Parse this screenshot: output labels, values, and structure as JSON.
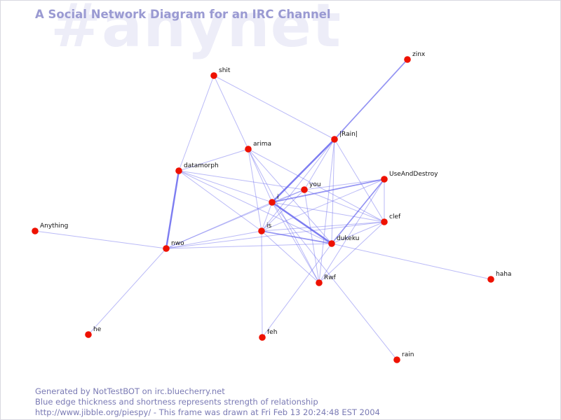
{
  "diagram": {
    "title": "A Social Network Diagram for an IRC Channel",
    "channel": "#anynet",
    "footer": [
      "Generated by NotTestBOT on irc.bluecherry.net",
      "Blue edge thickness and shortness represents strength of relationship",
      "http://www.jibble.org/piespy/ - This frame was drawn at Fri Feb 13 20:24:48 EST 2004"
    ],
    "colors": {
      "background": "#ffffff",
      "title": "#9a9ad2",
      "watermark": "#ededf8",
      "node": "#ee1100",
      "edge": "#6666ee",
      "footer": "#7a7ab4"
    },
    "nodes": [
      {
        "id": "shit",
        "label": "shit"
      },
      {
        "id": "zinx",
        "label": "zinx"
      },
      {
        "id": "rain_pipe",
        "label": "|Rain|"
      },
      {
        "id": "arima",
        "label": "arima"
      },
      {
        "id": "datamorph",
        "label": "datamorph"
      },
      {
        "id": "useanddestroy",
        "label": "UseAndDestroy"
      },
      {
        "id": "you",
        "label": "you"
      },
      {
        "id": "i",
        "label": "i"
      },
      {
        "id": "anything",
        "label": "Anything"
      },
      {
        "id": "is",
        "label": "is"
      },
      {
        "id": "clef",
        "label": "clef"
      },
      {
        "id": "nwo",
        "label": "nwo"
      },
      {
        "id": "dukeku",
        "label": "dukeku"
      },
      {
        "id": "haha",
        "label": "haha"
      },
      {
        "id": "rwf",
        "label": "Rwf"
      },
      {
        "id": "he",
        "label": "he"
      },
      {
        "id": "feh",
        "label": "feh"
      },
      {
        "id": "rain",
        "label": "rain"
      }
    ],
    "edges": [
      {
        "source": "shit",
        "target": "arima",
        "strength": 1
      },
      {
        "source": "shit",
        "target": "datamorph",
        "strength": 1
      },
      {
        "source": "shit",
        "target": "rain_pipe",
        "strength": 1
      },
      {
        "source": "zinx",
        "target": "rain_pipe",
        "strength": 2
      },
      {
        "source": "rain_pipe",
        "target": "i",
        "strength": 3
      },
      {
        "source": "rain_pipe",
        "target": "you",
        "strength": 1
      },
      {
        "source": "rain_pipe",
        "target": "dukeku",
        "strength": 1
      },
      {
        "source": "rain_pipe",
        "target": "is",
        "strength": 1
      },
      {
        "source": "rain_pipe",
        "target": "clef",
        "strength": 1
      },
      {
        "source": "rain_pipe",
        "target": "rwf",
        "strength": 1
      },
      {
        "source": "arima",
        "target": "datamorph",
        "strength": 1
      },
      {
        "source": "arima",
        "target": "i",
        "strength": 1
      },
      {
        "source": "arima",
        "target": "is",
        "strength": 1
      },
      {
        "source": "arima",
        "target": "dukeku",
        "strength": 1
      },
      {
        "source": "arima",
        "target": "rwf",
        "strength": 1
      },
      {
        "source": "arima",
        "target": "clef",
        "strength": 1
      },
      {
        "source": "datamorph",
        "target": "nwo",
        "strength": 3
      },
      {
        "source": "datamorph",
        "target": "i",
        "strength": 1
      },
      {
        "source": "datamorph",
        "target": "is",
        "strength": 1
      },
      {
        "source": "datamorph",
        "target": "dukeku",
        "strength": 1
      },
      {
        "source": "datamorph",
        "target": "you",
        "strength": 1
      },
      {
        "source": "useanddestroy",
        "target": "i",
        "strength": 2
      },
      {
        "source": "useanddestroy",
        "target": "you",
        "strength": 1
      },
      {
        "source": "useanddestroy",
        "target": "dukeku",
        "strength": 2
      },
      {
        "source": "useanddestroy",
        "target": "clef",
        "strength": 1
      },
      {
        "source": "useanddestroy",
        "target": "is",
        "strength": 1
      },
      {
        "source": "useanddestroy",
        "target": "rwf",
        "strength": 1
      },
      {
        "source": "you",
        "target": "i",
        "strength": 1
      },
      {
        "source": "you",
        "target": "is",
        "strength": 1
      },
      {
        "source": "you",
        "target": "rwf",
        "strength": 1
      },
      {
        "source": "you",
        "target": "clef",
        "strength": 1
      },
      {
        "source": "i",
        "target": "dukeku",
        "strength": 3
      },
      {
        "source": "i",
        "target": "nwo",
        "strength": 1
      },
      {
        "source": "i",
        "target": "is",
        "strength": 1
      },
      {
        "source": "i",
        "target": "clef",
        "strength": 1
      },
      {
        "source": "i",
        "target": "rwf",
        "strength": 1
      },
      {
        "source": "is",
        "target": "dukeku",
        "strength": 2
      },
      {
        "source": "is",
        "target": "nwo",
        "strength": 1
      },
      {
        "source": "is",
        "target": "feh",
        "strength": 1
      },
      {
        "source": "is",
        "target": "clef",
        "strength": 1
      },
      {
        "source": "is",
        "target": "rwf",
        "strength": 1
      },
      {
        "source": "clef",
        "target": "dukeku",
        "strength": 1
      },
      {
        "source": "clef",
        "target": "nwo",
        "strength": 1
      },
      {
        "source": "clef",
        "target": "rwf",
        "strength": 1
      },
      {
        "source": "nwo",
        "target": "anything",
        "strength": 1
      },
      {
        "source": "nwo",
        "target": "he",
        "strength": 1
      },
      {
        "source": "nwo",
        "target": "dukeku",
        "strength": 1
      },
      {
        "source": "nwo",
        "target": "you",
        "strength": 1
      },
      {
        "source": "dukeku",
        "target": "haha",
        "strength": 1
      },
      {
        "source": "dukeku",
        "target": "feh",
        "strength": 1
      },
      {
        "source": "i",
        "target": "rain",
        "strength": 1
      }
    ]
  }
}
